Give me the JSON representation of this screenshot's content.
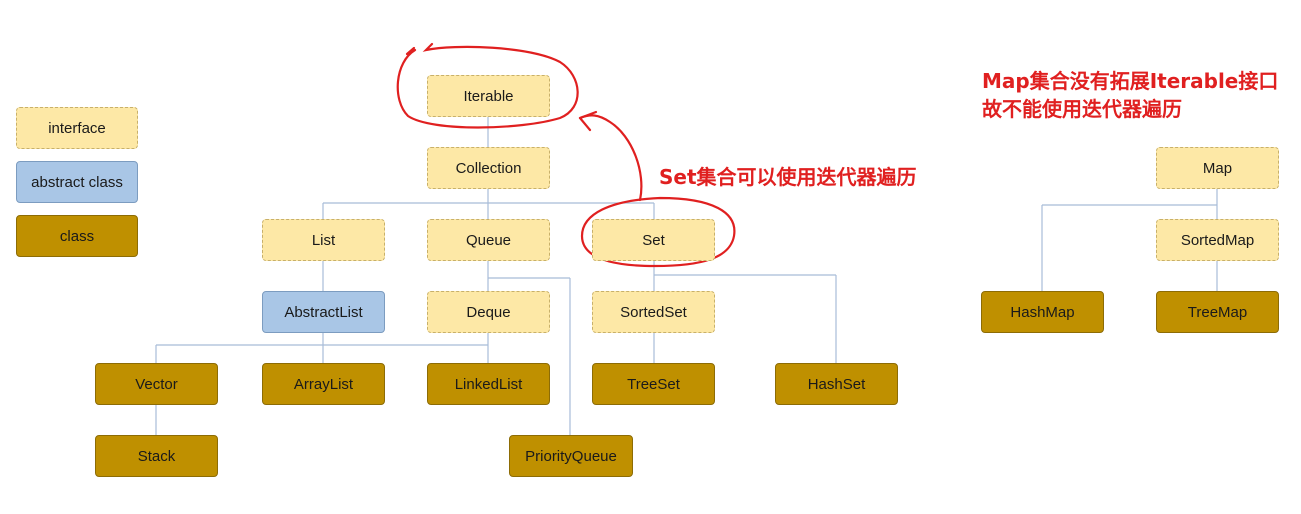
{
  "legend": {
    "interface": "interface",
    "abstract_class": "abstract class",
    "class": "class"
  },
  "nodes": {
    "iterable": "Iterable",
    "collection": "Collection",
    "list": "List",
    "queue": "Queue",
    "set": "Set",
    "abstractlist": "AbstractList",
    "deque": "Deque",
    "sortedset": "SortedSet",
    "vector": "Vector",
    "arraylist": "ArrayList",
    "linkedlist": "LinkedList",
    "treeset": "TreeSet",
    "hashset": "HashSet",
    "stack": "Stack",
    "priorityqueue": "PriorityQueue",
    "map": "Map",
    "sortedmap": "SortedMap",
    "hashmap": "HashMap",
    "treemap": "TreeMap"
  },
  "annotations": {
    "set_note": "Set集合可以使用迭代器遍历",
    "map_note_line1": "Map集合没有拓展Iterable接口",
    "map_note_line2": "故不能使用迭代器遍历"
  },
  "colors": {
    "interface_fill": "#fde8a6",
    "abstract_class_fill": "#a9c6e6",
    "class_fill": "#bf9000",
    "connector": "#a8bcd8",
    "annotation": "#e02020"
  }
}
